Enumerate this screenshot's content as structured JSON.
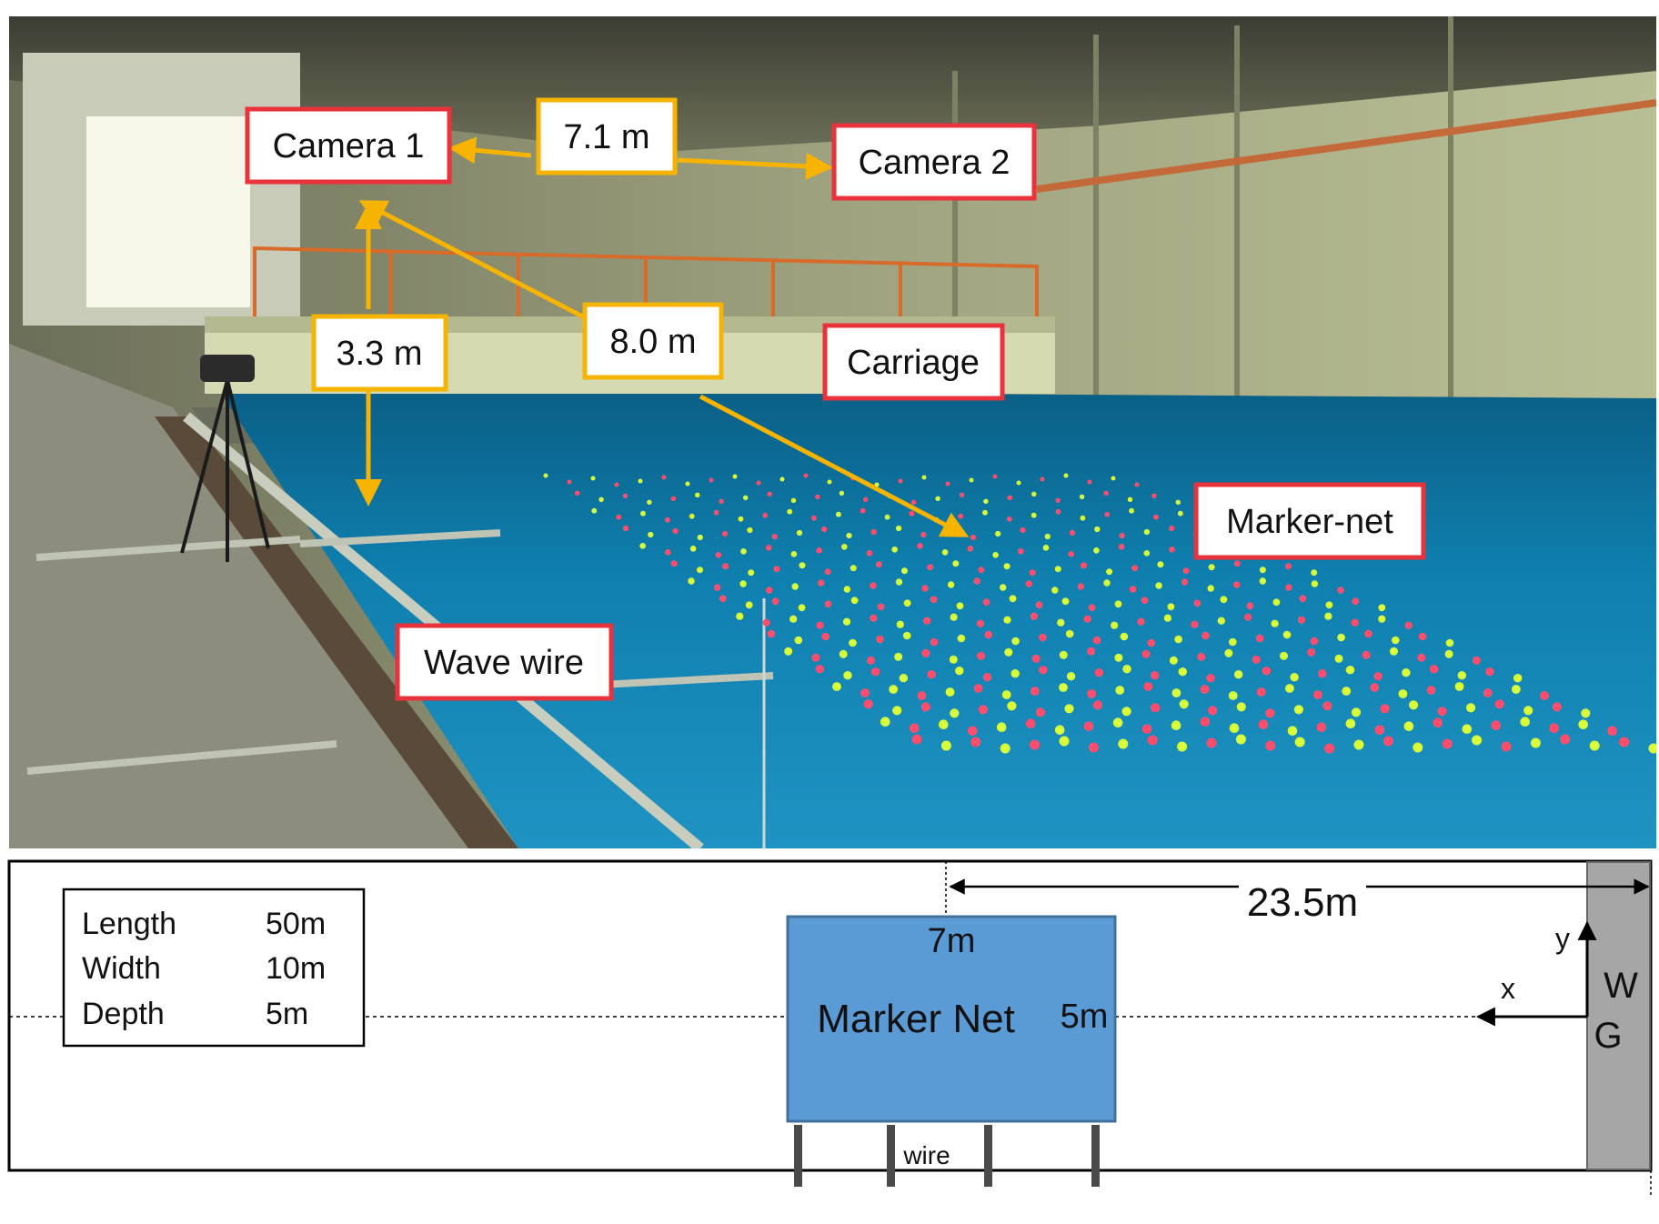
{
  "photo": {
    "labels": {
      "camera1": "Camera 1",
      "camera2": "Camera 2",
      "carriage": "Carriage",
      "marker_net": "Marker-net",
      "wave_wire": "Wave wire"
    },
    "distances": {
      "camera_spacing": "7.1 m",
      "camera_height": "3.3 m",
      "camera_to_net": "8.0 m"
    },
    "colors": {
      "label_border": "#e8323c",
      "arrow": "#f6b400",
      "water": "#0f7fae",
      "marker_red": "#ff4d6d",
      "marker_yellow": "#d8ff3a"
    }
  },
  "diagram": {
    "tank_specs": [
      {
        "name": "Length",
        "value": "50m"
      },
      {
        "name": "Width",
        "value": "10m"
      },
      {
        "name": "Depth",
        "value": "5m"
      }
    ],
    "distance_label": "23.5m",
    "net": {
      "title": "Marker Net",
      "width_label": "7m",
      "length_label": "5m",
      "color": "#5b9bd5"
    },
    "wire_label": "wire",
    "axis": {
      "x": "x",
      "y": "y"
    },
    "wave_generator": {
      "line1": "W",
      "line2": "G",
      "color": "#a6a6a6"
    }
  }
}
